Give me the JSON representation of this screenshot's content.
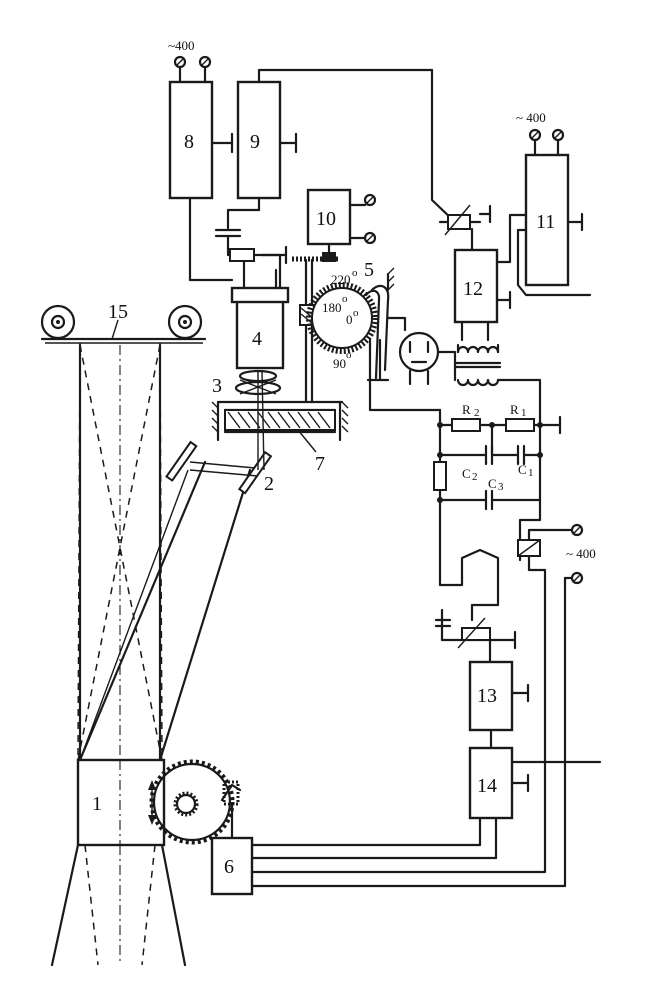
{
  "labels": {
    "block_1": "1",
    "mirror_2": "2",
    "lens_3": "3",
    "tube_4": "4",
    "dial_5": "5",
    "block_6": "6",
    "pointer_7": "7",
    "block_8": "8",
    "block_9": "9",
    "block_10": "10",
    "block_11": "11",
    "block_12": "12",
    "block_13": "13",
    "block_14": "14",
    "film_15": "15"
  },
  "supply": {
    "top_left": "~400",
    "top_right": "~ 400",
    "right_mid": "~ 400"
  },
  "angles": {
    "a220": "220",
    "a180": "180",
    "a0": "0",
    "a90": "90",
    "degree": "o"
  },
  "components": {
    "R2": "R",
    "R2_sub": "2",
    "R1": "R",
    "R1_sub": "1",
    "C2": "C",
    "C2_sub": "2",
    "C1": "C",
    "C1_sub": "1",
    "C3": "C",
    "C3_sub": "3"
  }
}
